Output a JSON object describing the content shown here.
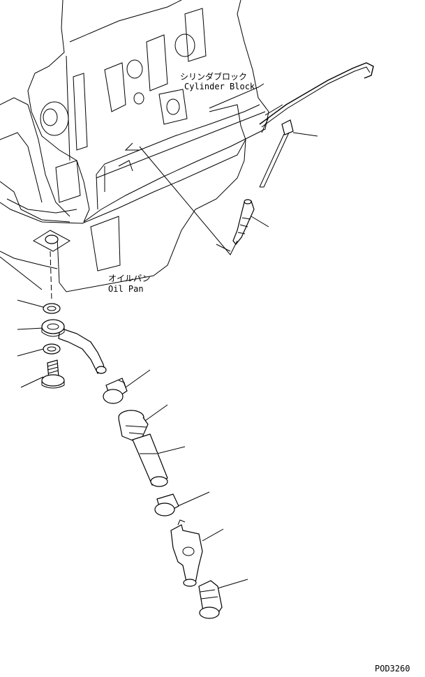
{
  "labels": {
    "cylinder_block_jp": "シリンダブロック",
    "cylinder_block_en": "Cylinder Block",
    "oil_pan_jp": "オイルパン",
    "oil_pan_en": "Oil Pan"
  },
  "drawing_code": "POD3260"
}
